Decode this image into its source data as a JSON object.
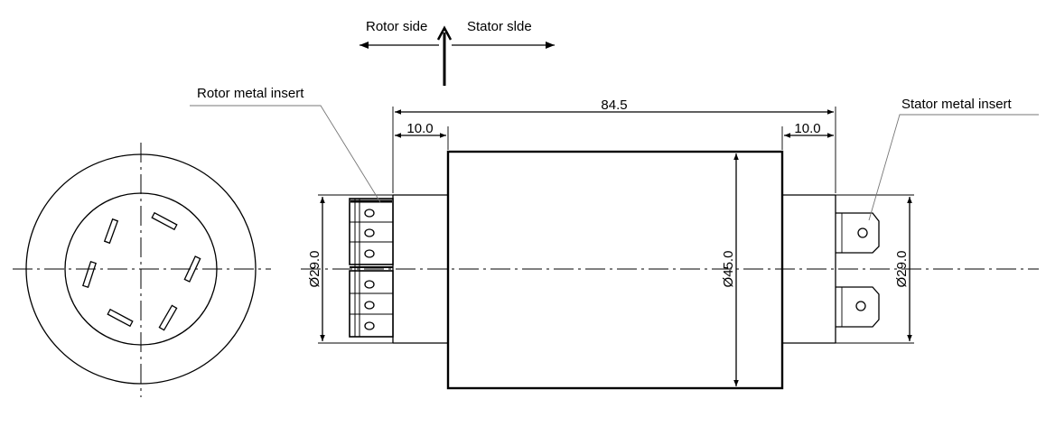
{
  "direction": {
    "rotor_side": "Rotor side",
    "stator_side": "Stator  slde"
  },
  "callouts": {
    "rotor_insert": "Rotor metal insert",
    "stator_insert": "Stator metal insert"
  },
  "dimensions": {
    "overall_length": "84.5",
    "left_step": "10.0",
    "right_step": "10.0",
    "left_diameter": "Ø29.0",
    "body_diameter": "Ø45.0",
    "right_diameter": "Ø29.0"
  }
}
